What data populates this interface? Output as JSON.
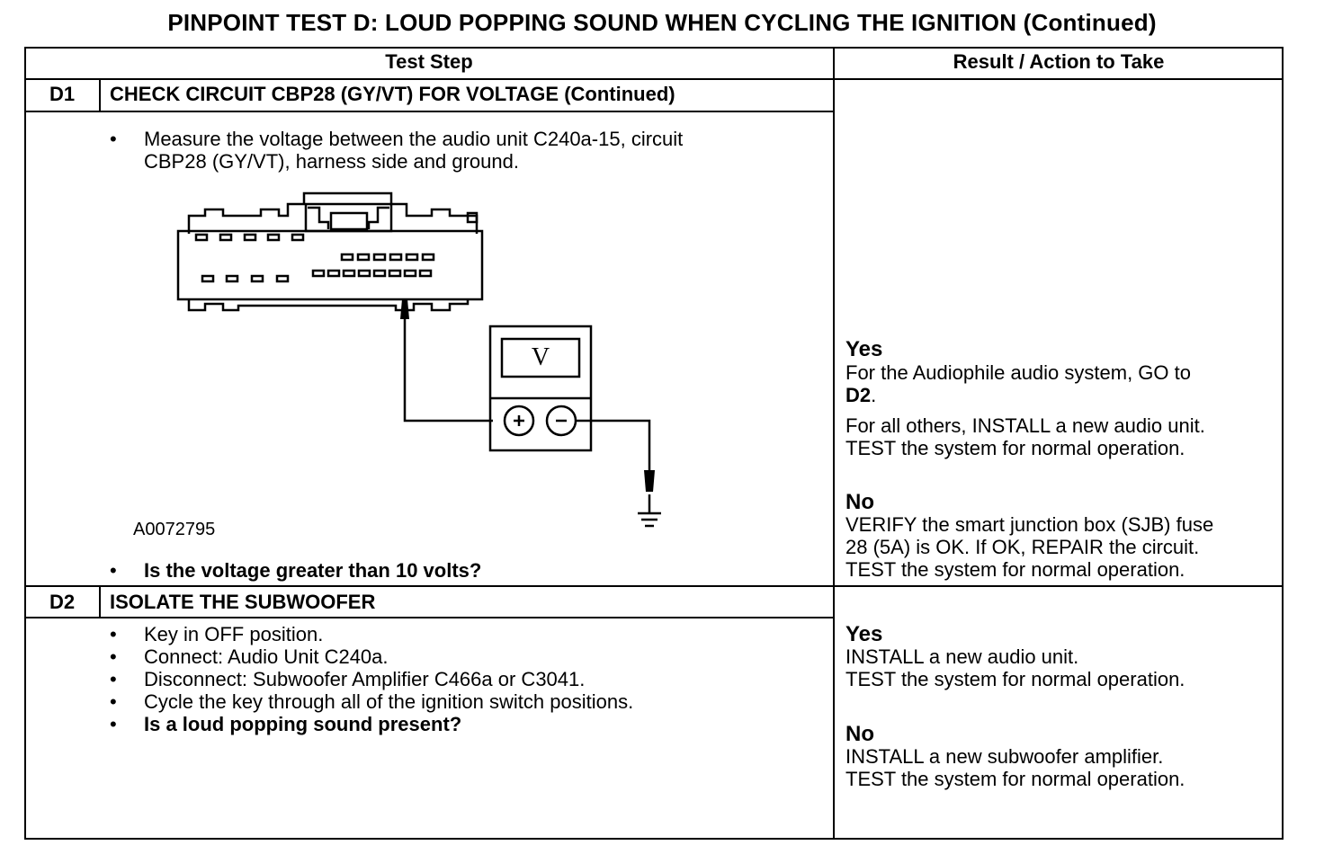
{
  "title": "PINPOINT TEST D: LOUD POPPING SOUND WHEN CYCLING THE IGNITION (Continued)",
  "headers": {
    "test_step": "Test Step",
    "result": "Result / Action to Take"
  },
  "d1": {
    "id": "D1",
    "title": "CHECK CIRCUIT CBP28 (GY/VT) FOR VOLTAGE (Continued)",
    "bullet1_line1": "Measure the voltage between the audio unit C240a-15, circuit",
    "bullet1_line2": "CBP28 (GY/VT), harness side and ground.",
    "figure_id": "A0072795",
    "meter_label": "V",
    "question": "Is the voltage greater than 10 volts?",
    "yes_head": "Yes",
    "yes_line1": "For the Audiophile audio system, GO to",
    "yes_line2_bold": "D2",
    "yes_line2_rest": ".",
    "yes_line3": "For all others, INSTALL a new audio unit.",
    "yes_line4": "TEST the system for normal operation.",
    "no_head": "No",
    "no_line1": "VERIFY the smart junction box (SJB) fuse",
    "no_line2": "28 (5A) is OK. If OK, REPAIR the circuit.",
    "no_line3": "TEST the system for normal operation."
  },
  "d2": {
    "id": "D2",
    "title": "ISOLATE THE SUBWOOFER",
    "bullets": [
      "Key in OFF position.",
      "Connect: Audio Unit C240a.",
      "Disconnect: Subwoofer Amplifier C466a or C3041.",
      "Cycle the key through all of the ignition switch positions.",
      "Is a loud popping sound present?"
    ],
    "yes_head": "Yes",
    "yes_line1": "INSTALL a new audio unit.",
    "yes_line2": "TEST the system for normal operation.",
    "no_head": "No",
    "no_line1": "INSTALL a new subwoofer amplifier.",
    "no_line2": "TEST the system for normal operation."
  }
}
